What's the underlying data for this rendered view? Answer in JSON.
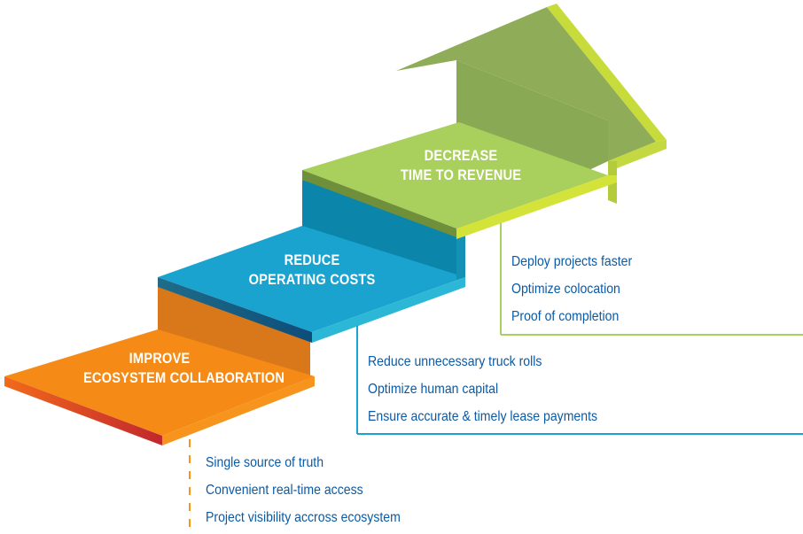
{
  "steps": [
    {
      "id": "improve",
      "title_line1": "IMPROVE",
      "title_line2": "ECOSYSTEM COLLABORATION",
      "color": "#f7941d",
      "bullets": [
        "Single source of truth",
        "Convenient real-time access",
        "Project visibility accross ecosystem"
      ]
    },
    {
      "id": "reduce",
      "title_line1": "REDUCE",
      "title_line2": "OPERATING COSTS",
      "color": "#1aa3cf",
      "bullets": [
        "Reduce unnecessary truck rolls",
        "Optimize human capital",
        "Ensure accurate & timely lease payments"
      ]
    },
    {
      "id": "decrease",
      "title_line1": "DECREASE",
      "title_line2": "TIME TO REVENUE",
      "color": "#a9cf5c",
      "bullets": [
        "Deploy projects faster",
        "Optimize colocation",
        "Proof of completion"
      ]
    }
  ],
  "text_color": "#0a5aa5"
}
